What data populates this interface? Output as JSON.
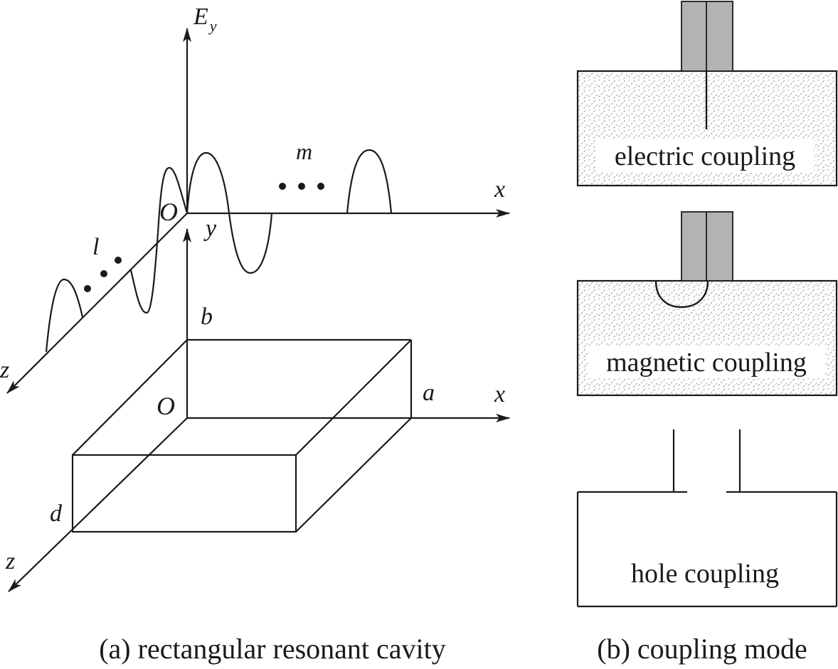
{
  "figure_a": {
    "caption": "(a) rectangular resonant cavity",
    "labels": {
      "ey_base": "E",
      "ey_sub": "y",
      "x_top": "x",
      "origin_top": "O",
      "y_label": "y",
      "z_top": "z",
      "m": "m",
      "l": "l",
      "b": "b",
      "a": "a",
      "origin_bottom": "O",
      "x_bottom": "x",
      "d": "d",
      "z_bottom": "z"
    }
  },
  "figure_b": {
    "caption": "(b) coupling mode",
    "modes": [
      {
        "label": "electric coupling"
      },
      {
        "label": "magnetic coupling"
      },
      {
        "label": "hole coupling"
      }
    ]
  },
  "colors": {
    "line": "#1a1a1a",
    "probe_fill": "#b3b3b3",
    "hatch": "#9a9a9a",
    "background": "#ffffff"
  }
}
